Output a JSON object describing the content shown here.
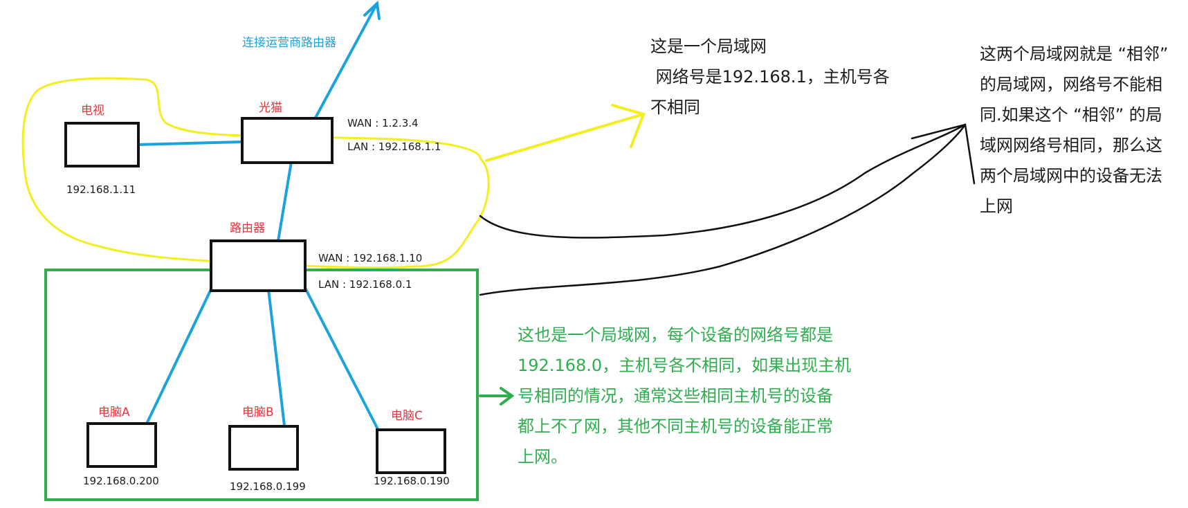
{
  "diagram": {
    "devices": {
      "tv": {
        "name": "电视",
        "ip": "192.168.1.11"
      },
      "modem": {
        "name": "光猫",
        "wan": "WAN : 1.2.3.4",
        "lan": "LAN : 192.168.1.1"
      },
      "router": {
        "name": "路由器",
        "wan": "WAN : 192.168.1.10",
        "lan": "LAN :  192.168.0.1"
      },
      "pc_a": {
        "name": "电脑A",
        "ip": "192.168.0.200"
      },
      "pc_b": {
        "name": "电脑B",
        "ip": "192.168.0.199"
      },
      "pc_c": {
        "name": "电脑C",
        "ip": "192.168.0.190"
      }
    },
    "isp_link_label": "连接运营商路由器",
    "notes": {
      "lan1": [
        "这是一个局域网",
        " 网络号是192.168.1，主机号各",
        "不相同"
      ],
      "lan2": [
        "这也是一个局域网，每个设备的网络号都是",
        "192.168.0，主机号各不相同，如果出现主机",
        "号相同的情况，通常这些相同主机号的设备",
        "都上不了网，其他不同主机号的设备能正常",
        "上网。"
      ],
      "adjacent": [
        "这两个局域网就是 “相邻”",
        "的局域网，网络号不能相",
        "同.如果这个 “相邻” 的局",
        "域网网络号相同，那么这",
        "两个局域网中的设备无法",
        "上网"
      ]
    },
    "colors": {
      "lan1_outline": "#f5ee1e",
      "lan2_outline": "#2fae4e",
      "link": "#1aa3dc",
      "device_label": "#e8323c",
      "green_text": "#2fae4e",
      "pointer": "#111111"
    }
  }
}
